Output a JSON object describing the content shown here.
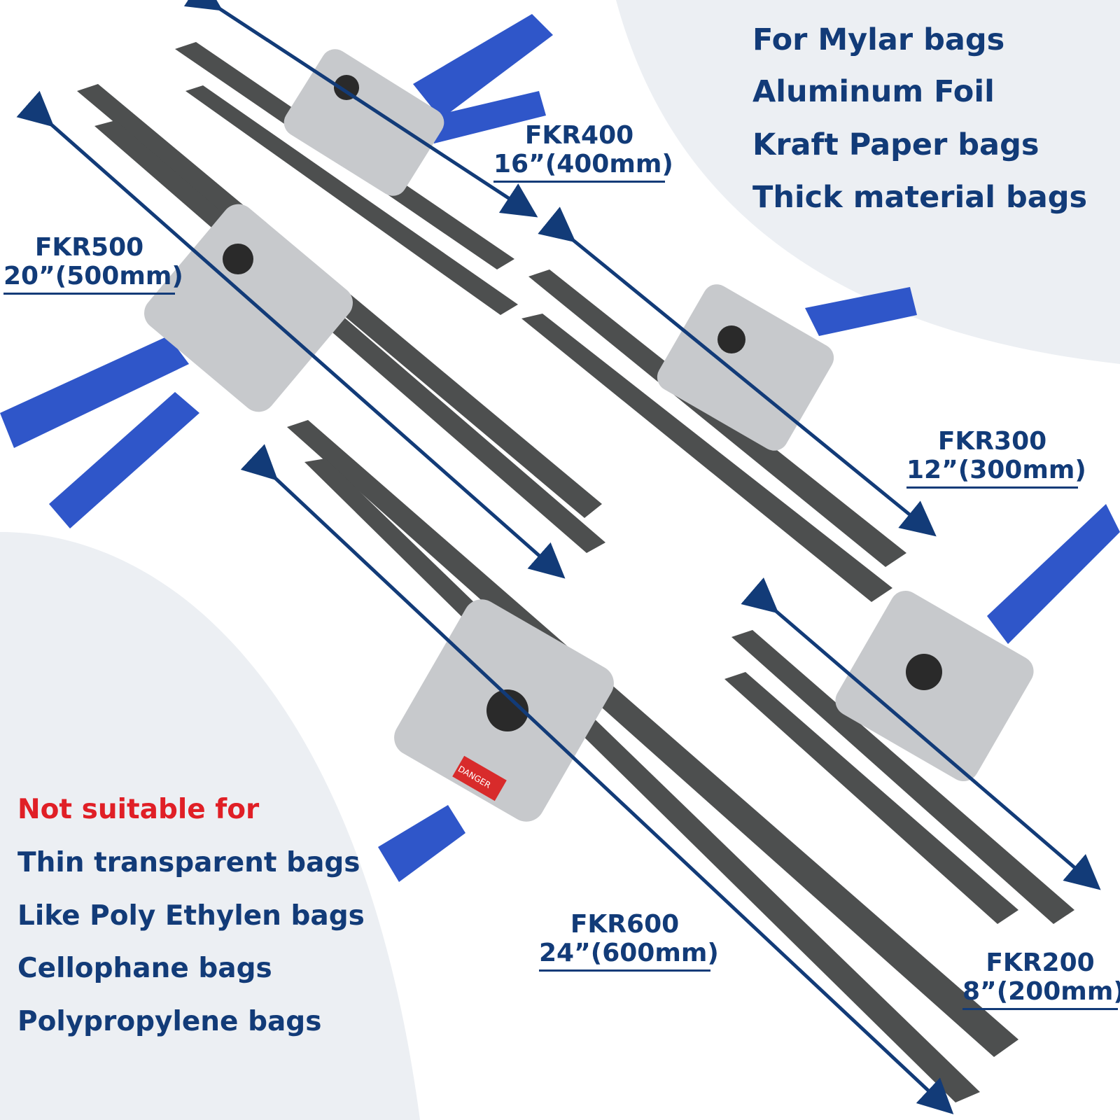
{
  "colors": {
    "text": "#123b78",
    "warning": "#e01f26",
    "handle": "#2f56c9",
    "jaw": "#4d4f4f",
    "body_metal": "#c7c9cc",
    "panel_background": "#eceff3",
    "arrow": "#123b78"
  },
  "suitable": {
    "items": [
      "For Mylar bags",
      "Aluminum Foil",
      "Kraft Paper bags",
      "Thick material bags"
    ]
  },
  "not_suitable": {
    "heading": "Not suitable for",
    "items": [
      "Thin transparent bags",
      "Like Poly Ethylen bags",
      "Cellophane bags",
      "Polypropylene bags"
    ]
  },
  "sealers": [
    {
      "model": "FKR400",
      "size": "16”(400mm)"
    },
    {
      "model": "FKR500",
      "size": "20”(500mm)"
    },
    {
      "model": "FKR300",
      "size": "12”(300mm)"
    },
    {
      "model": "FKR600",
      "size": "24”(600mm)"
    },
    {
      "model": "FKR200",
      "size": "8”(200mm)"
    }
  ],
  "panel_text": {
    "danger": "DANGER"
  }
}
